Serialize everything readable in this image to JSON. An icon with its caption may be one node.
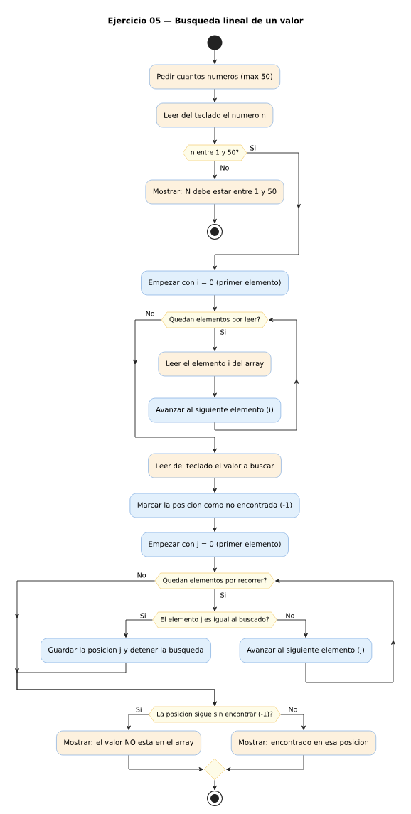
{
  "diagram": {
    "title": "Ejercicio 05 — Busqueda lineal de un valor",
    "nodes": [
      {
        "text": [],
        "shape": "circle"
      },
      {
        "text": [
          "Pedir cuantos numeros (max 50)"
        ]
      },
      {
        "text": [
          "Leer del teclado el numero n"
        ]
      },
      {
        "text": [
          "n entre 1 y 50?"
        ]
      },
      {
        "text": [
          "Mostrar: N debe estar entre 1 y 50"
        ]
      },
      {
        "text": [],
        "shape": "circle"
      },
      {
        "text": [
          "Empezar con i = 0 (primer elemento)"
        ]
      },
      {
        "text": [
          "Quedan elementos por leer?"
        ]
      },
      {
        "text": [
          "Leer el elemento i del array"
        ]
      },
      {
        "text": [
          "Avanzar al siguiente elemento (i)"
        ]
      },
      {
        "text": [
          "Leer del teclado el valor a buscar"
        ]
      },
      {
        "text": [
          "Marcar la posicion como no encontrada (-1)"
        ]
      },
      {
        "text": [
          "Empezar con j = 0 (primer elemento)"
        ]
      },
      {
        "text": [
          "Quedan elementos por recorrer?"
        ]
      },
      {
        "text": [
          "El elemento j es igual al buscado?"
        ]
      },
      {
        "text": [
          "Guardar la posicion j y detener la busqueda"
        ]
      },
      {
        "text": [
          "Avanzar al siguiente elemento (j)"
        ]
      },
      {
        "text": [
          "La posicion sigue sin encontrar (-1)?"
        ]
      },
      {
        "text": [
          "Mostrar: el valor NO esta en el array"
        ]
      },
      {
        "text": [
          "Mostrar: encontrado en esa posicion"
        ]
      },
      {
        "text": [],
        "shape": "diamond"
      },
      {
        "text": [],
        "shape": "circle"
      }
    ],
    "edges": [
      {
        "from": 0,
        "to": 1,
        "arrow": "to"
      },
      {
        "from": 1,
        "to": 2,
        "arrow": "to"
      },
      {
        "from": 2,
        "to": 3,
        "arrow": "to"
      },
      {
        "from": 3,
        "to": 4,
        "arrow": "to",
        "label": "No"
      },
      {
        "from": 4,
        "to": 5,
        "arrow": "to"
      },
      {
        "from": 3,
        "to": 6,
        "arrow": "to",
        "label": "Si"
      },
      {
        "from": 6,
        "to": 7,
        "arrow": "to"
      },
      {
        "from": 7,
        "to": 8,
        "arrow": "to",
        "label": "Si"
      },
      {
        "from": 8,
        "to": 9,
        "arrow": "to"
      },
      {
        "from": 9,
        "to": 7,
        "arrow": "to"
      },
      {
        "from": 7,
        "to": 10,
        "arrow": "to",
        "label": "No"
      },
      {
        "from": 10,
        "to": 11,
        "arrow": "to"
      },
      {
        "from": 11,
        "to": 12,
        "arrow": "to"
      },
      {
        "from": 12,
        "to": 13,
        "arrow": "to"
      },
      {
        "from": 13,
        "to": 14,
        "arrow": "to",
        "label": "Si"
      },
      {
        "from": 14,
        "to": 15,
        "arrow": "to",
        "label": "Si"
      },
      {
        "from": 14,
        "to": 16,
        "arrow": "to",
        "label": "No"
      },
      {
        "from": 16,
        "to": 13,
        "arrow": "to"
      },
      {
        "from": 13,
        "to": 17,
        "arrow": "to",
        "label": "No"
      },
      {
        "from": 15,
        "to": 17,
        "arrow": "to"
      },
      {
        "from": 17,
        "to": 18,
        "arrow": "to",
        "label": "Si"
      },
      {
        "from": 17,
        "to": 19,
        "arrow": "to",
        "label": "No"
      },
      {
        "from": 18,
        "to": 20,
        "arrow": "to"
      },
      {
        "from": 19,
        "to": 20,
        "arrow": "to"
      },
      {
        "from": 20,
        "to": 21,
        "arrow": "to"
      }
    ]
  }
}
